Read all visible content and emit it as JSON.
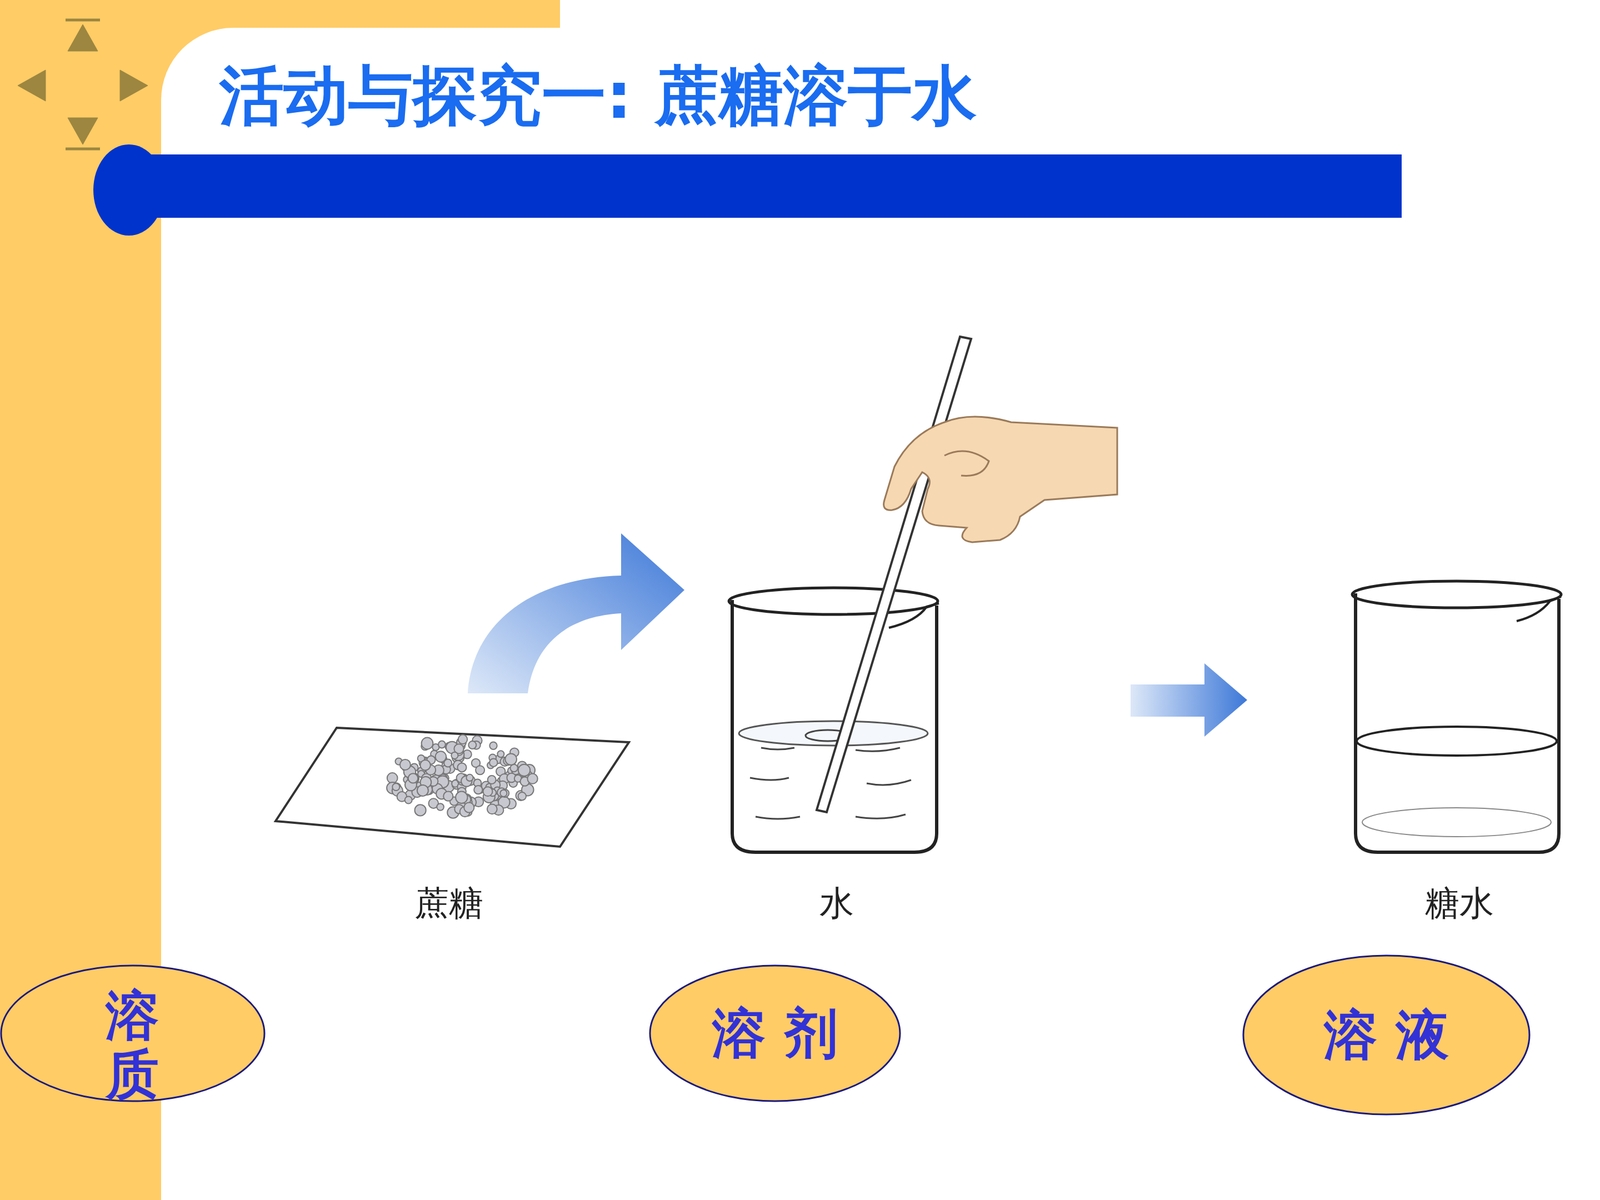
{
  "diagram": {
    "title": "活动与探究一: 蔗糖溶于水",
    "nodes": [
      {
        "text": [
          "溶质"
        ]
      },
      {
        "text": [
          "溶 剂"
        ]
      },
      {
        "text": [
          "溶 液"
        ]
      }
    ],
    "labels": [
      "蔗糖",
      "水",
      "糖水"
    ]
  }
}
